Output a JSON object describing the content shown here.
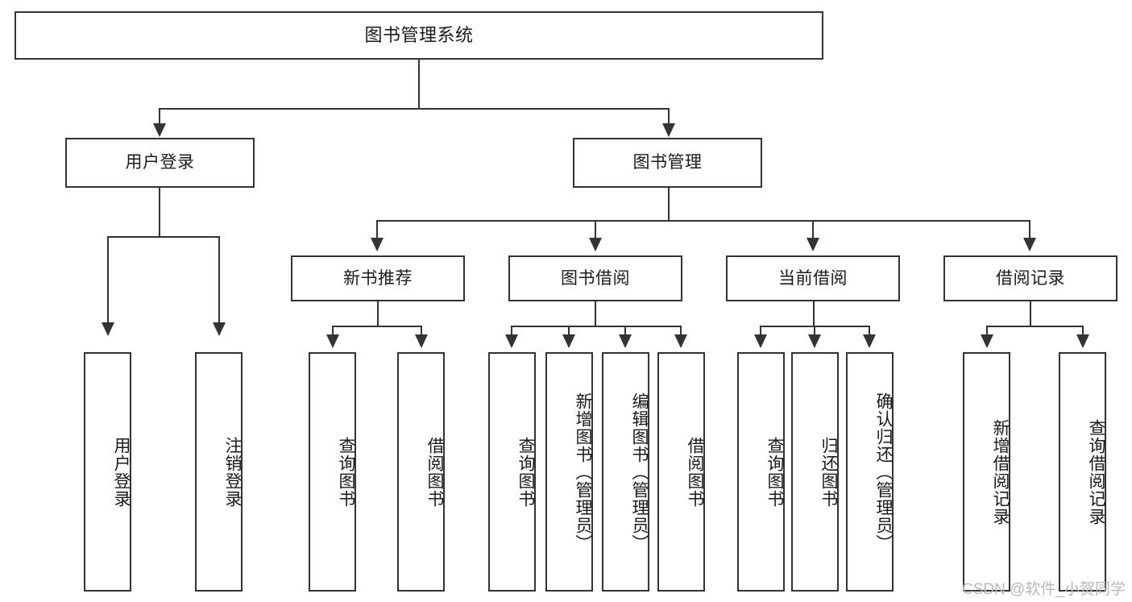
{
  "diagram": {
    "type": "tree-hierarchy",
    "title": "图书管理系统",
    "watermark": "CSDN @软件_小贺同学",
    "colors": {
      "stroke": "#333333",
      "fill": "#ffffff",
      "text": "#1a1a1a",
      "watermark": "#b8b8b8"
    },
    "levels": {
      "root": {
        "label": "图书管理系统"
      },
      "level2": [
        {
          "id": "user-login",
          "label": "用户登录"
        },
        {
          "id": "book-management",
          "label": "图书管理"
        }
      ],
      "level3": [
        {
          "id": "new-book-recommend",
          "label": "新书推荐",
          "parent": "book-management"
        },
        {
          "id": "book-borrow",
          "label": "图书借阅",
          "parent": "book-management"
        },
        {
          "id": "current-borrow",
          "label": "当前借阅",
          "parent": "book-management"
        },
        {
          "id": "borrow-record",
          "label": "借阅记录",
          "parent": "book-management"
        }
      ],
      "leaves": [
        {
          "id": "leaf-user-login",
          "label": "用户登录",
          "parent": "user-login"
        },
        {
          "id": "leaf-logout-login",
          "label": "注销登录",
          "parent": "user-login"
        },
        {
          "id": "leaf-query-book-1",
          "label": "查询图书",
          "parent": "new-book-recommend"
        },
        {
          "id": "leaf-borrow-book-1",
          "label": "借阅图书",
          "parent": "new-book-recommend"
        },
        {
          "id": "leaf-query-book-2",
          "label": "查询图书",
          "parent": "book-borrow"
        },
        {
          "id": "leaf-add-book",
          "label": "新增图书（管理员）",
          "parent": "book-borrow"
        },
        {
          "id": "leaf-edit-book",
          "label": "编辑图书（管理员）",
          "parent": "book-borrow"
        },
        {
          "id": "leaf-borrow-book-2",
          "label": "借阅图书",
          "parent": "book-borrow"
        },
        {
          "id": "leaf-query-book-3",
          "label": "查询图书",
          "parent": "current-borrow"
        },
        {
          "id": "leaf-return-book",
          "label": "归还图书",
          "parent": "current-borrow"
        },
        {
          "id": "leaf-confirm-return",
          "label": "确认归还（管理员）",
          "parent": "current-borrow"
        },
        {
          "id": "leaf-add-record",
          "label": "新增借阅记录",
          "parent": "borrow-record"
        },
        {
          "id": "leaf-query-record",
          "label": "查询借阅记录",
          "parent": "borrow-record"
        }
      ]
    }
  }
}
